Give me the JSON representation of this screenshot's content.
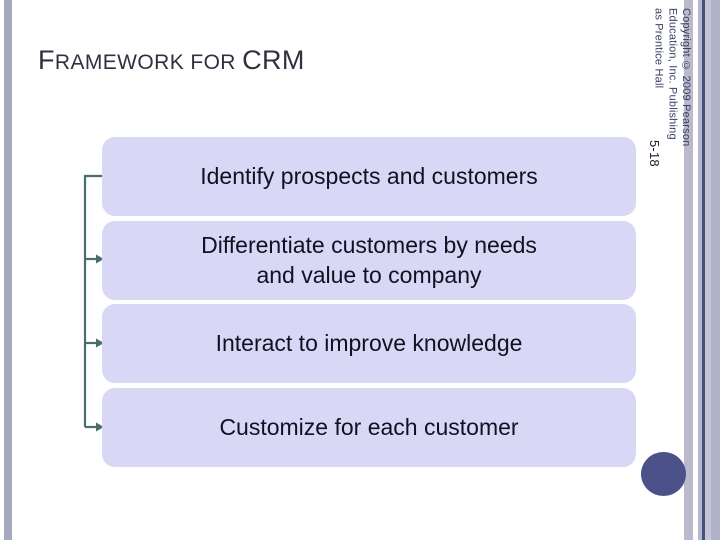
{
  "slide": {
    "background_color": "#ffffff",
    "title": {
      "lead_cap": "F",
      "small_caps": "RAMEWORK FOR ",
      "acronym": "CRM",
      "full_text": "FRAMEWORK FOR CRM"
    },
    "steps": [
      {
        "id": "identify",
        "lines": [
          "Identify prospects and customers"
        ]
      },
      {
        "id": "differentiate",
        "lines": [
          "Differentiate customers by needs",
          "and value to company"
        ]
      },
      {
        "id": "interact",
        "lines": [
          "Interact to improve knowledge"
        ]
      },
      {
        "id": "customize",
        "lines": [
          "Customize for each customer"
        ]
      }
    ],
    "footer": {
      "copyright_lines": [
        "Copyright © 2009 Pearson",
        "Education, Inc. Publishing",
        "as Prentice Hall"
      ],
      "slide_number": "5-18"
    },
    "colors": {
      "box_fill": "#d8d8f6",
      "connector": "#4a6e70",
      "accent_circle": "#4c5289",
      "left_bar": "#a7a9bf",
      "stripe_dark": "#474f7d",
      "title_text": "#2f3140"
    },
    "icons": {
      "arrow": "arrow-right-icon",
      "bullet": "circle-decoration-icon"
    }
  }
}
